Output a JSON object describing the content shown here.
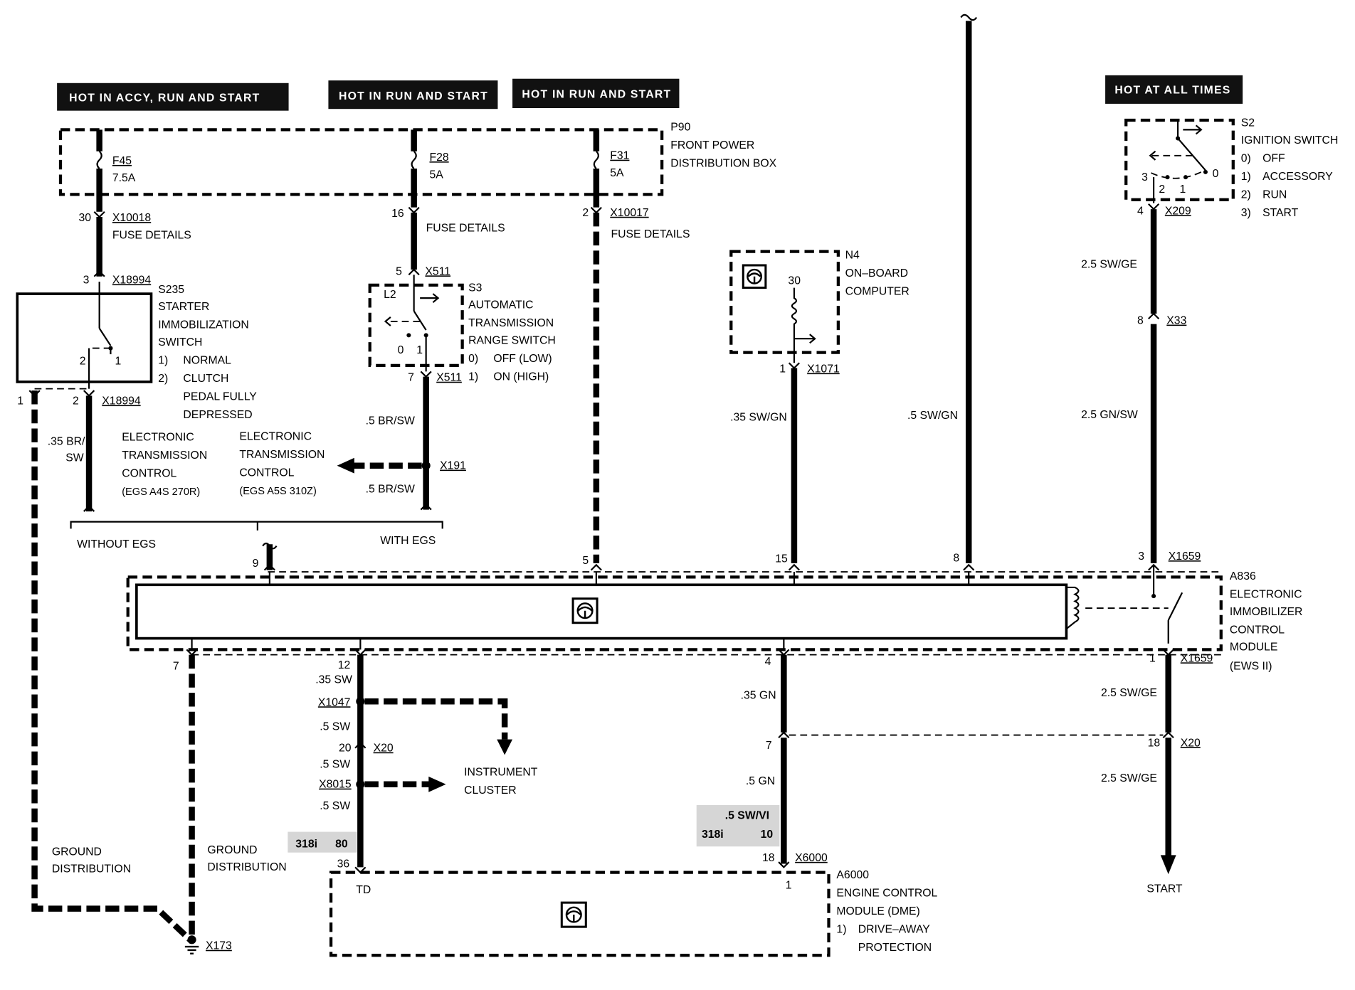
{
  "headers": {
    "accy_run_start": "HOT IN ACCY, RUN AND  START",
    "run_start_1": "HOT IN RUN AND START",
    "run_start_2": "HOT IN RUN AND START",
    "at_all_times": "HOT AT ALL TIMES"
  },
  "p90": {
    "id": "P90",
    "line1": "FRONT POWER",
    "line2": "DISTRIBUTION BOX"
  },
  "fuses": {
    "f45": {
      "id": "F45",
      "rating": "7.5A"
    },
    "f28": {
      "id": "F28",
      "rating": "5A"
    },
    "f31": {
      "id": "F31",
      "rating": "5A"
    }
  },
  "connectors": {
    "x10018": "X10018",
    "x10017": "X10017",
    "x18994_top": "X18994",
    "x18994_bot": "X18994",
    "x511_top": "X511",
    "x511_bot": "X511",
    "x191": "X191",
    "x1071": "X1071",
    "x209": "X209",
    "x33": "X33",
    "x1659_top": "X1659",
    "x1659_bot": "X1659",
    "x1047": "X1047",
    "x20_left": "X20",
    "x8015": "X8015",
    "x20_right": "X20",
    "x6000": "X6000",
    "x173": "X173"
  },
  "fuse_details": {
    "a": "FUSE DETAILS",
    "b": "FUSE DETAILS",
    "c": "FUSE DETAILS"
  },
  "pins": {
    "p30": "30",
    "p3": "3",
    "p16": "16",
    "p5": "5",
    "p7": "7",
    "p2_fuse": "2",
    "s235_1": "1",
    "s235_2": "2",
    "conn_1": "1",
    "conn_2": "2",
    "s3_0": "0",
    "s3_1": "1",
    "n4_30": "30",
    "n4_1": "1",
    "s2_4": "4",
    "s2_3": "3",
    "s2_2": "2",
    "s2_1": "1",
    "s2_0": "0",
    "x33_8": "8",
    "a836_9": "9",
    "a836_5": "5",
    "a836_15": "15",
    "a836_8": "8",
    "a836_3": "3",
    "a836_7": "7",
    "a836_12": "12",
    "a836_4": "4",
    "a836_1": "1",
    "x20_20": "20",
    "x20_18": "18",
    "p7_gn": "7",
    "p80": "80",
    "p36": "36",
    "p10": "10",
    "p18": "18",
    "a6000_1": "1"
  },
  "s235": {
    "id": "S235",
    "lines": [
      "STARTER",
      "IMMOBILIZATION",
      "SWITCH"
    ],
    "opt1_num": "1)",
    "opt1": "NORMAL",
    "opt2_num": "2)",
    "opt2": "CLUTCH",
    "opt2_l2": "PEDAL FULLY",
    "opt2_l3": "DEPRESSED"
  },
  "s3": {
    "id": "S3",
    "lines": [
      "AUTOMATIC",
      "TRANSMISSION",
      "RANGE SWITCH"
    ],
    "l2": "L2",
    "opt0_num": "0)",
    "opt0": "OFF (LOW)",
    "opt1_num": "1)",
    "opt1": "ON (HIGH)"
  },
  "n4": {
    "id": "N4",
    "line1": "ON–BOARD",
    "line2": "COMPUTER"
  },
  "s2": {
    "id": "S2",
    "title": "IGNITION SWITCH",
    "items": [
      {
        "num": "0)",
        "label": "OFF"
      },
      {
        "num": "1)",
        "label": "ACCESSORY"
      },
      {
        "num": "2)",
        "label": "RUN"
      },
      {
        "num": "3)",
        "label": "START"
      }
    ]
  },
  "egs": {
    "a_lines": [
      "ELECTRONIC",
      "TRANSMISSION",
      "CONTROL",
      "(EGS A4S 270R)"
    ],
    "b_lines": [
      "ELECTRONIC",
      "TRANSMISSION",
      "CONTROL",
      "(EGS A5S 310Z)"
    ],
    "without": "WITHOUT EGS",
    "with": "WITH EGS"
  },
  "wires": {
    "br_sw_035_a": ".35 BR/",
    "br_sw_035_b": "SW",
    "br_sw_5_a": ".5 BR/SW",
    "br_sw_5_b": ".5 BR/SW",
    "sw_gn_035": ".35 SW/GN",
    "sw_gn_5": ".5 SW/GN",
    "sw_ge_25_a": "2.5 SW/GE",
    "gn_sw_25": "2.5 GN/SW",
    "sw_ge_25_b": "2.5 SW/GE",
    "sw_ge_25_c": "2.5 SW/GE",
    "sw_035": ".35 SW",
    "sw_5_a": ".5 SW",
    "sw_5_b": ".5 SW",
    "sw_5_c": ".5 SW",
    "gn_035": ".35 GN",
    "gn_5": ".5 GN",
    "sw_vi_5": ".5 SW/VI"
  },
  "variant": {
    "a": "318i",
    "b": "318i"
  },
  "a836": {
    "id": "A836",
    "lines": [
      "ELECTRONIC",
      "IMMOBILIZER",
      "CONTROL",
      "MODULE",
      "(EWS II)"
    ]
  },
  "instrument_cluster": {
    "line1": "INSTRUMENT",
    "line2": "CLUSTER"
  },
  "ground": {
    "a1": "GROUND",
    "a2": "DISTRIBUTION",
    "b1": "GROUND",
    "b2": "DISTRIBUTION"
  },
  "a6000": {
    "id": "A6000",
    "lines": [
      "ENGINE CONTROL",
      "MODULE (DME)"
    ],
    "opt_num": "1)",
    "opt_l1": "DRIVE–AWAY",
    "opt_l2": "PROTECTION",
    "td": "TD"
  },
  "start_label": "START"
}
